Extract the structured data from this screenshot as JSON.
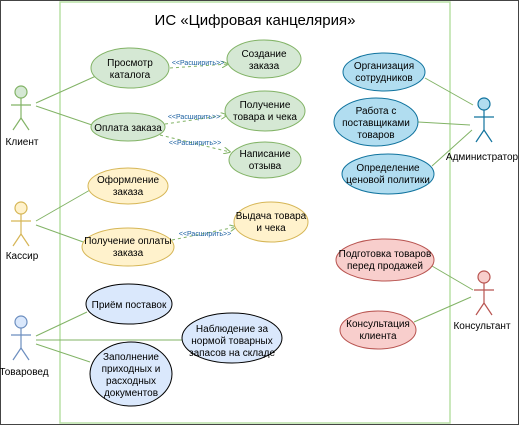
{
  "title": "ИС «Цифровая канцелярия»",
  "colors": {
    "green_fill": "#d5e8d4",
    "green_stroke": "#82b366",
    "yellow_fill": "#fff2cc",
    "yellow_stroke": "#d6b656",
    "blue_fill": "#dae8fc",
    "blue_stroke": "#6c8ebf",
    "teal_fill": "#b1ddf0",
    "teal_stroke": "#10739e",
    "red_fill": "#f8cecc",
    "red_stroke": "#b85450",
    "boundary": "#b9e0a5"
  },
  "actors": {
    "client": "Клиент",
    "cashier": "Кассир",
    "merchandiser": "Товаровед",
    "administrator": "Администратор",
    "consultant": "Консультант"
  },
  "use_cases": {
    "browse_catalog": [
      "Просмотр",
      "каталога"
    ],
    "pay_order": [
      "Оплата заказа"
    ],
    "create_order": [
      "Создание",
      "заказа"
    ],
    "receive_goods_check": [
      "Получение",
      "товара и чека"
    ],
    "write_review": [
      "Написание",
      "отзыва"
    ],
    "checkout_order": [
      "Оформление",
      "заказа"
    ],
    "receive_payment": [
      "Получение оплаты",
      "заказа"
    ],
    "issue_goods_check": [
      "Выдача товара",
      "и чека"
    ],
    "receive_deliveries": [
      "Приём поставок"
    ],
    "monitor_stock": [
      "Наблюдение за",
      "нормой товарных",
      "запасов на складе"
    ],
    "fill_documents": [
      "Заполнение",
      "приходных и",
      "расходных",
      "документов"
    ],
    "organize_staff": [
      "Организация",
      "сотрудников"
    ],
    "work_suppliers": [
      "Работа с",
      "поставщиками",
      "товаров"
    ],
    "pricing_policy": [
      "Определение",
      "ценовой политики"
    ],
    "prepare_goods": [
      "Подготовка товаров",
      "перед продажей"
    ],
    "consult_client": [
      "Консультация",
      "клиента"
    ]
  },
  "extend_label": "<<Расширить>>"
}
